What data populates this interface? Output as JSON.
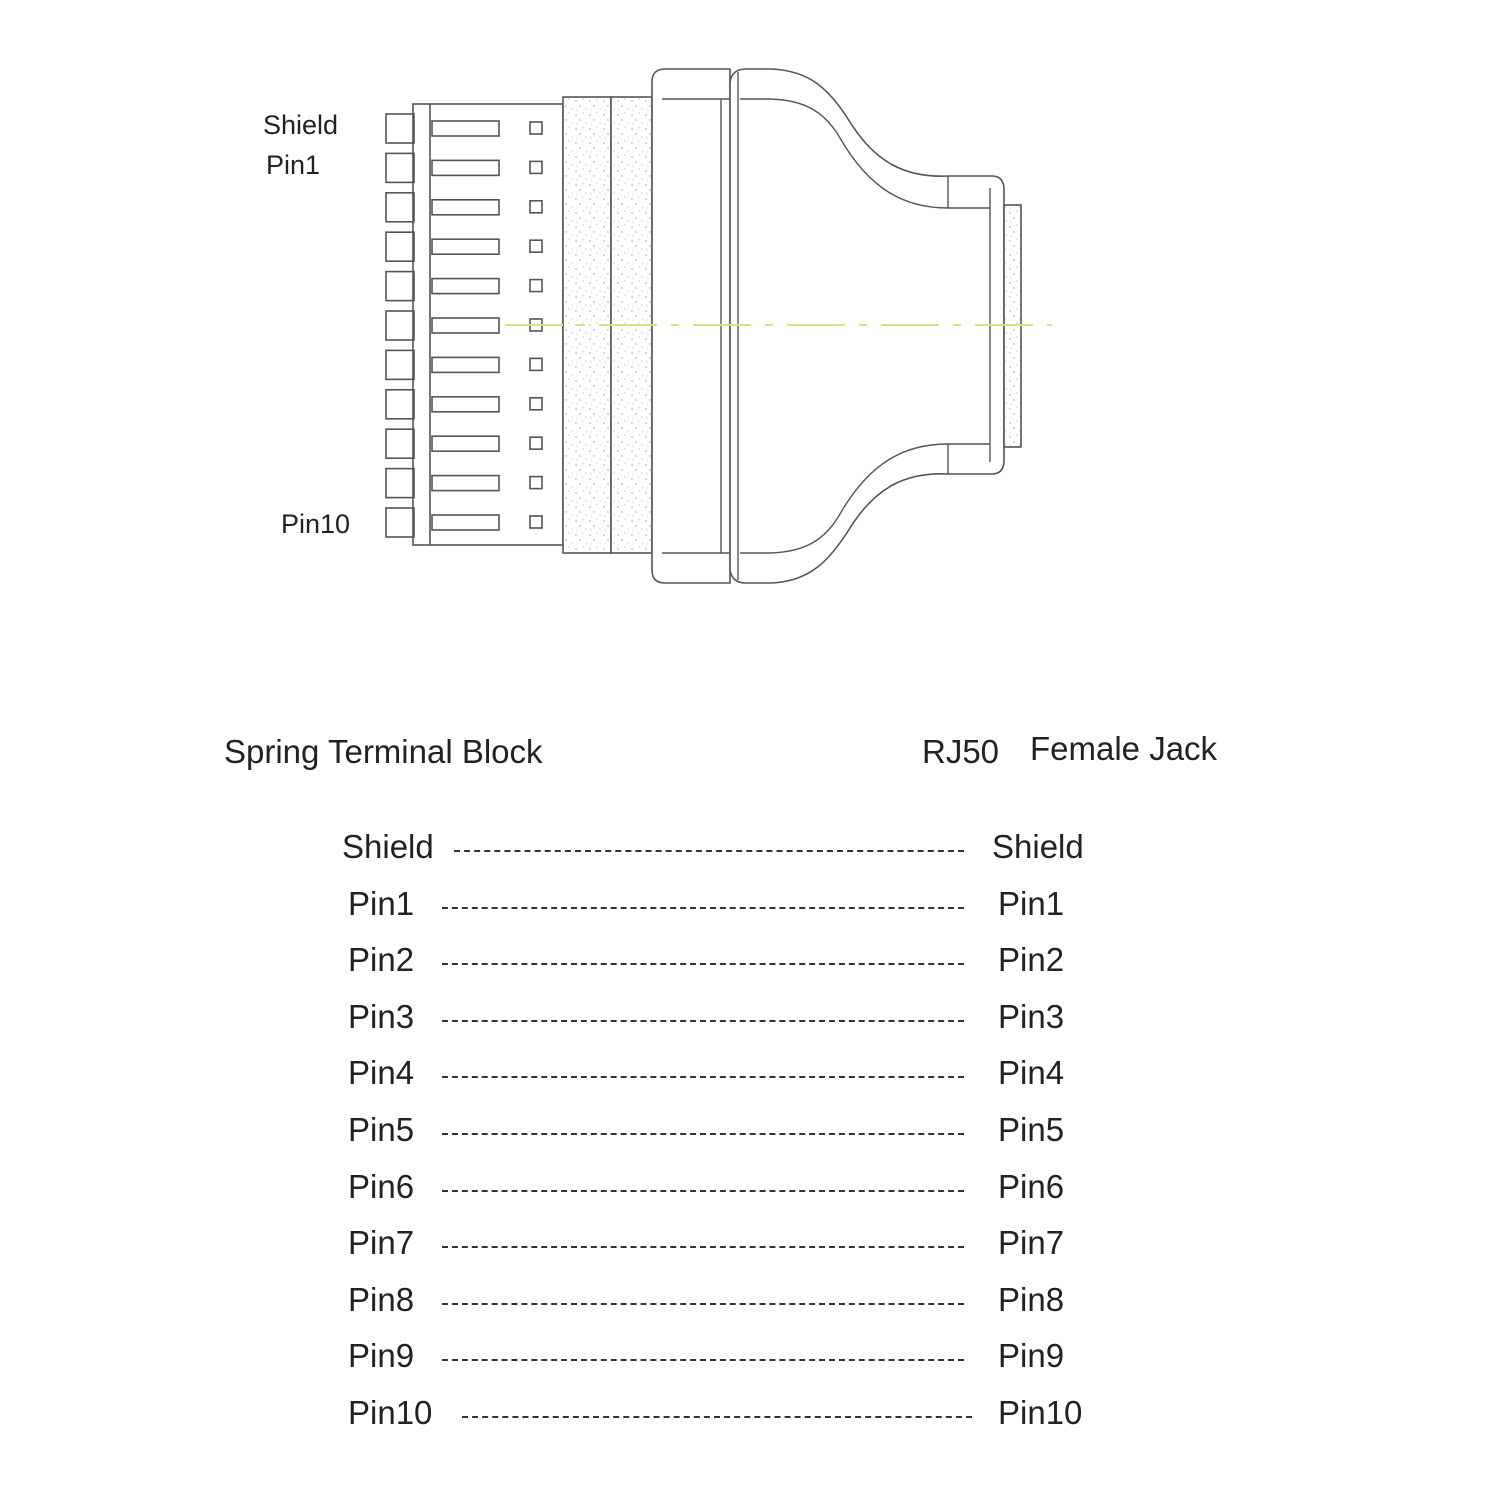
{
  "drawing_labels": {
    "shield": "Shield",
    "pin1": "Pin1",
    "pin10": "Pin10"
  },
  "headers": {
    "left": "Spring Terminal Block",
    "right_code": "RJ50",
    "right_name": "Female Jack"
  },
  "pinout": [
    {
      "left": "Shield",
      "right": "Shield"
    },
    {
      "left": "Pin1",
      "right": "Pin1"
    },
    {
      "left": "Pin2",
      "right": "Pin2"
    },
    {
      "left": "Pin3",
      "right": "Pin3"
    },
    {
      "left": "Pin4",
      "right": "Pin4"
    },
    {
      "left": "Pin5",
      "right": "Pin5"
    },
    {
      "left": "Pin6",
      "right": "Pin6"
    },
    {
      "left": "Pin7",
      "right": "Pin7"
    },
    {
      "left": "Pin8",
      "right": "Pin8"
    },
    {
      "left": "Pin9",
      "right": "Pin9"
    },
    {
      "left": "Pin10",
      "right": "Pin10"
    }
  ],
  "colors": {
    "line": "#555555",
    "centerline": "#d8e27a"
  }
}
